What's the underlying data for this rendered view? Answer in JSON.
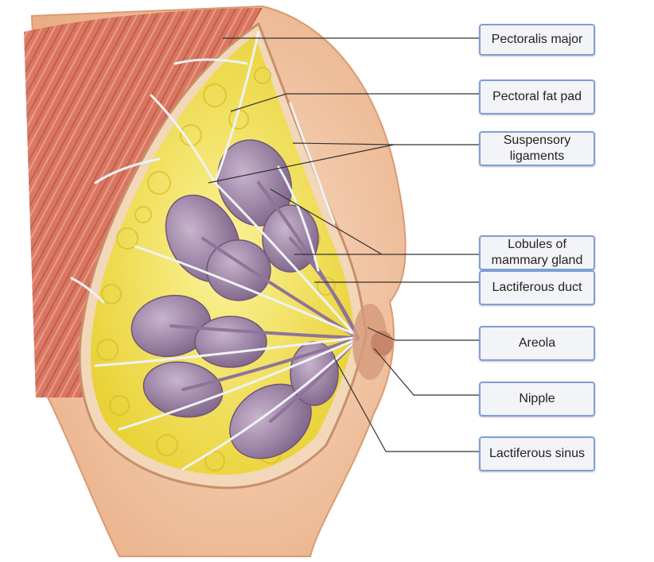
{
  "labels": {
    "pectoralis_major": "Pectoralis major",
    "pectoral_fat_pad": "Pectoral fat pad",
    "suspensory_ligaments": "Suspensory\nligaments",
    "lobules": "Lobules of\nmammary gland",
    "lactiferous_duct": "Lactiferous duct",
    "areola": "Areola",
    "nipple": "Nipple",
    "lactiferous_sinus": "Lactiferous sinus"
  },
  "colors": {
    "skin": "#f4c9a4",
    "skin_shadow": "#e7a97f",
    "muscle": "#d8725e",
    "fat": "#f4e34c",
    "gland": "#a68cae",
    "ligament": "#e9eef2",
    "leader_line": "#333333",
    "box_border": "#7f9fd8"
  }
}
